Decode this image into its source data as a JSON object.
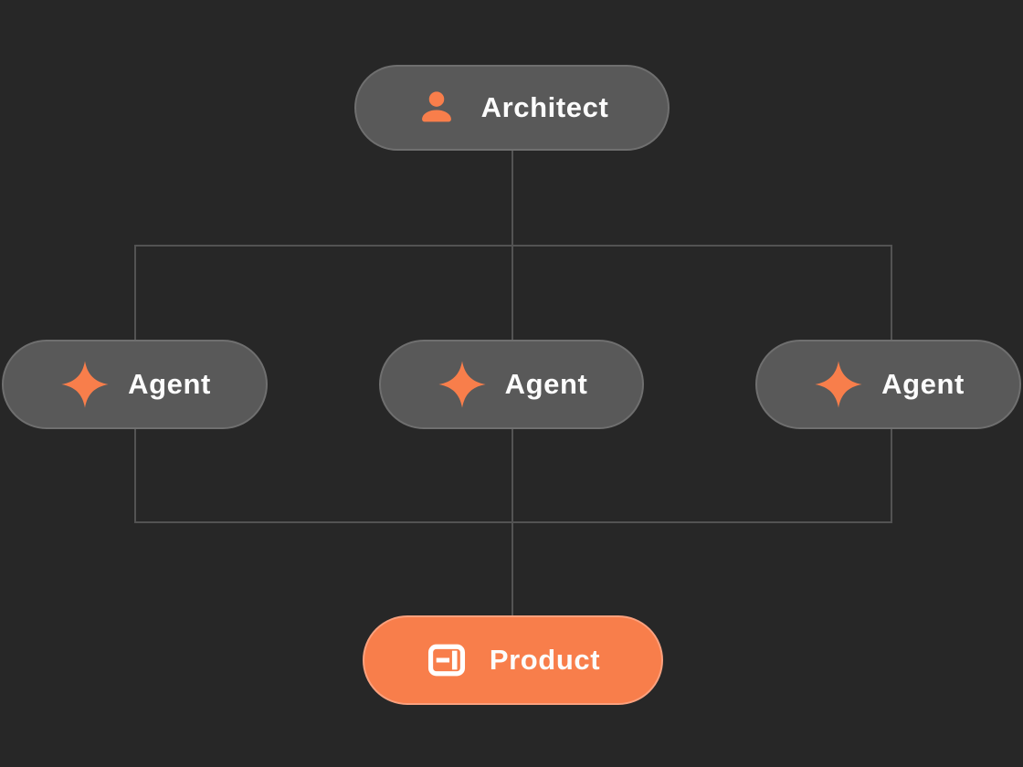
{
  "diagram": {
    "title": "agent-architecture-diagram",
    "colors": {
      "background": "#272727",
      "node_fill": "#595959",
      "node_border": "#6f6f6f",
      "accent": "#f87e4b",
      "accent_border": "#fba17e",
      "connector": "#535353",
      "text": "#fcfcfc"
    },
    "nodes": [
      {
        "id": "architect",
        "label": "Architect",
        "icon": "user-icon",
        "variant": "gray"
      },
      {
        "id": "agent-1",
        "label": "Agent",
        "icon": "sparkle-icon",
        "variant": "gray"
      },
      {
        "id": "agent-2",
        "label": "Agent",
        "icon": "sparkle-icon",
        "variant": "gray"
      },
      {
        "id": "agent-3",
        "label": "Agent",
        "icon": "sparkle-icon",
        "variant": "gray"
      },
      {
        "id": "product",
        "label": "Product",
        "icon": "layout-icon",
        "variant": "accent"
      }
    ],
    "edges": [
      {
        "from": "architect",
        "to": "agent-1"
      },
      {
        "from": "architect",
        "to": "agent-2"
      },
      {
        "from": "architect",
        "to": "agent-3"
      },
      {
        "from": "agent-1",
        "to": "product"
      },
      {
        "from": "agent-2",
        "to": "product"
      },
      {
        "from": "agent-3",
        "to": "product"
      }
    ]
  }
}
